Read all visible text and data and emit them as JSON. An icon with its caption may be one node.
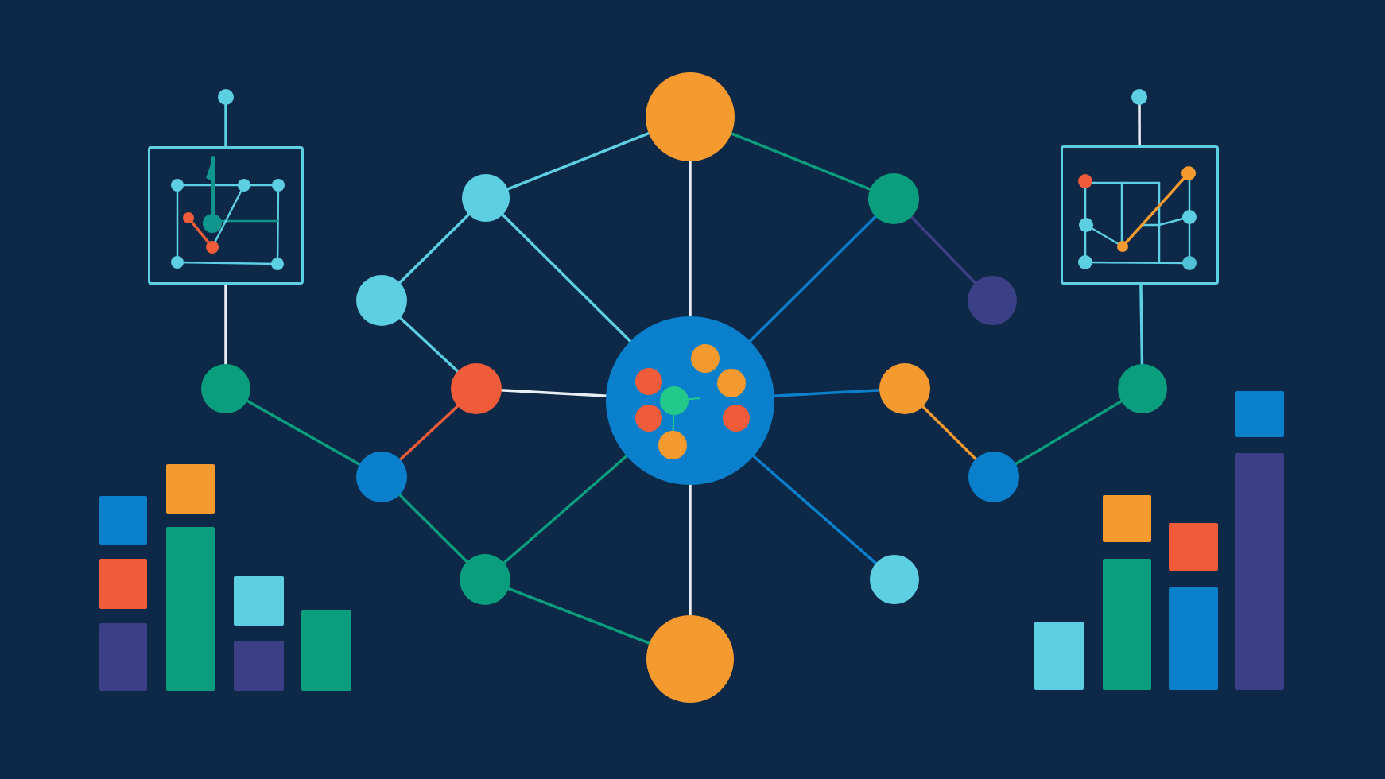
{
  "diagram": {
    "nodes": [
      {
        "text": [],
        "shape": "circle"
      },
      {
        "text": [],
        "shape": "circle"
      },
      {
        "text": [],
        "shape": "circle"
      },
      {
        "text": [],
        "shape": "picture"
      },
      {
        "text": [],
        "shape": "picture"
      },
      {
        "text": [],
        "shape": "circle"
      },
      {
        "text": [],
        "shape": "circle"
      },
      {
        "text": [],
        "shape": "circle"
      },
      {
        "text": [],
        "shape": "circle"
      },
      {
        "text": [],
        "shape": "circle"
      },
      {
        "text": [],
        "shape": "circle"
      },
      {
        "text": [],
        "shape": "circle"
      },
      {
        "text": [],
        "shape": "circle",
        "in": 11
      },
      {
        "text": [],
        "shape": "circle",
        "in": 11
      },
      {
        "text": [],
        "shape": "circle",
        "in": 11
      },
      {
        "text": [],
        "shape": "circle",
        "in": 11
      },
      {
        "text": [],
        "shape": "circle",
        "in": 11
      },
      {
        "text": [],
        "shape": "circle",
        "in": 11
      },
      {
        "text": [],
        "shape": "circle",
        "in": 11
      },
      {
        "text": [],
        "shape": "circle"
      },
      {
        "text": [],
        "shape": "circle"
      },
      {
        "text": [],
        "shape": "circle"
      },
      {
        "text": [],
        "shape": "circle"
      },
      {
        "text": [],
        "shape": "circle"
      },
      {
        "text": [],
        "shape": "circle"
      },
      {
        "text": [],
        "shape": "circle"
      },
      {
        "text": [],
        "shape": "bar"
      },
      {
        "text": [],
        "shape": "bar"
      },
      {
        "text": [],
        "shape": "bar"
      },
      {
        "text": [],
        "shape": "bar"
      },
      {
        "text": [],
        "shape": "bar"
      },
      {
        "text": [],
        "shape": "bar"
      },
      {
        "text": [],
        "shape": "bar"
      },
      {
        "text": [],
        "shape": "bar"
      },
      {
        "text": [],
        "shape": "bar"
      },
      {
        "text": [],
        "shape": "bar"
      },
      {
        "text": [],
        "shape": "bar"
      },
      {
        "text": [],
        "shape": "bar"
      },
      {
        "text": [],
        "shape": "bar"
      },
      {
        "text": [],
        "shape": "bar"
      },
      {
        "text": [],
        "shape": "bar"
      }
    ],
    "edges": [
      {
        "from": 0,
        "to": 3,
        "arrow": "none",
        "color": "#5ccfe3"
      },
      {
        "from": 1,
        "to": 4,
        "arrow": "none",
        "color": "#e9eef3"
      },
      {
        "from": 2,
        "to": 5,
        "arrow": "none",
        "color": "#5ccfe3"
      },
      {
        "from": 2,
        "to": 6,
        "arrow": "none",
        "color": "#0a9e7e"
      },
      {
        "from": 2,
        "to": 11,
        "arrow": "none",
        "color": "#e9eef3"
      },
      {
        "from": 3,
        "to": 9,
        "arrow": "none",
        "color": "#e9eef3"
      },
      {
        "from": 4,
        "to": 20,
        "arrow": "none",
        "color": "#5ccfe3"
      },
      {
        "from": 5,
        "to": 7,
        "arrow": "none",
        "color": "#5ccfe3"
      },
      {
        "from": 5,
        "to": 11,
        "arrow": "none",
        "color": "#5ccfe3"
      },
      {
        "from": 6,
        "to": 8,
        "arrow": "none",
        "color": "#3b3f86"
      },
      {
        "from": 6,
        "to": 11,
        "arrow": "none",
        "color": "#0a80cc"
      },
      {
        "from": 7,
        "to": 10,
        "arrow": "none",
        "color": "#5ccfe3"
      },
      {
        "from": 9,
        "to": 21,
        "arrow": "none",
        "color": "#0a9e7e"
      },
      {
        "from": 10,
        "to": 11,
        "arrow": "none",
        "color": "#e9eef3"
      },
      {
        "from": 10,
        "to": 21,
        "arrow": "none",
        "color": "#f05c3a"
      },
      {
        "from": 11,
        "to": 19,
        "arrow": "none",
        "color": "#0a80cc"
      },
      {
        "from": 11,
        "to": 24,
        "arrow": "none",
        "color": "#0a80cc"
      },
      {
        "from": 11,
        "to": 25,
        "arrow": "none",
        "color": "#e9eef3"
      },
      {
        "from": 14,
        "to": 18,
        "arrow": "none",
        "color": "#22c98a"
      },
      {
        "from": 14,
        "to": null,
        "arrow": "none",
        "color": "#22c98a"
      },
      {
        "from": 19,
        "to": 22,
        "arrow": "none",
        "color": "#f59a2e"
      },
      {
        "from": 20,
        "to": 22,
        "arrow": "none",
        "color": "#0a9e7e"
      },
      {
        "from": 21,
        "to": 23,
        "arrow": "none",
        "color": "#0a9e7e"
      },
      {
        "from": 23,
        "to": 11,
        "arrow": "none",
        "color": "#0a9e7e"
      },
      {
        "from": 23,
        "to": 25,
        "arrow": "none",
        "color": "#0a9e7e"
      }
    ]
  }
}
